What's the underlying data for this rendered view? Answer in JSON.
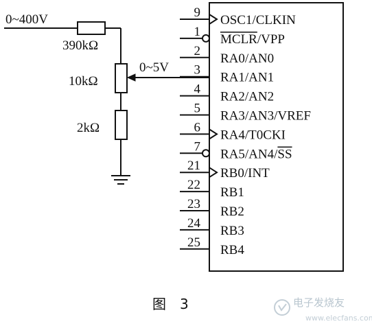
{
  "input_label": "0~400V",
  "wiper_label": "0~5V",
  "resistors": {
    "r1": "390kΩ",
    "r2": "10kΩ",
    "r3": "2kΩ"
  },
  "pins": [
    {
      "num": "9",
      "label": "OSC1/CLKIN",
      "marker": "arrow"
    },
    {
      "num": "1",
      "label": "MCLR/VPP",
      "marker": "bubble"
    },
    {
      "num": "2",
      "label": "RA0/AN0",
      "marker": "none"
    },
    {
      "num": "3",
      "label": "RA1/AN1",
      "marker": "none"
    },
    {
      "num": "4",
      "label": "RA2/AN2",
      "marker": "none"
    },
    {
      "num": "5",
      "label": "RA3/AN3/VREF",
      "marker": "none"
    },
    {
      "num": "6",
      "label": "RA4/T0CKI",
      "marker": "arrow"
    },
    {
      "num": "7",
      "label": "RA5/AN4/SS",
      "marker": "bubble"
    },
    {
      "num": "21",
      "label": "RB0/INT",
      "marker": "arrow"
    },
    {
      "num": "22",
      "label": "RB1",
      "marker": "none"
    },
    {
      "num": "23",
      "label": "RB2",
      "marker": "none"
    },
    {
      "num": "24",
      "label": "RB3",
      "marker": "none"
    },
    {
      "num": "25",
      "label": "RB4",
      "marker": "none"
    }
  ],
  "caption": "图　3",
  "watermark": {
    "line1": "电子发烧友",
    "line2": "www.elecfans.com"
  }
}
